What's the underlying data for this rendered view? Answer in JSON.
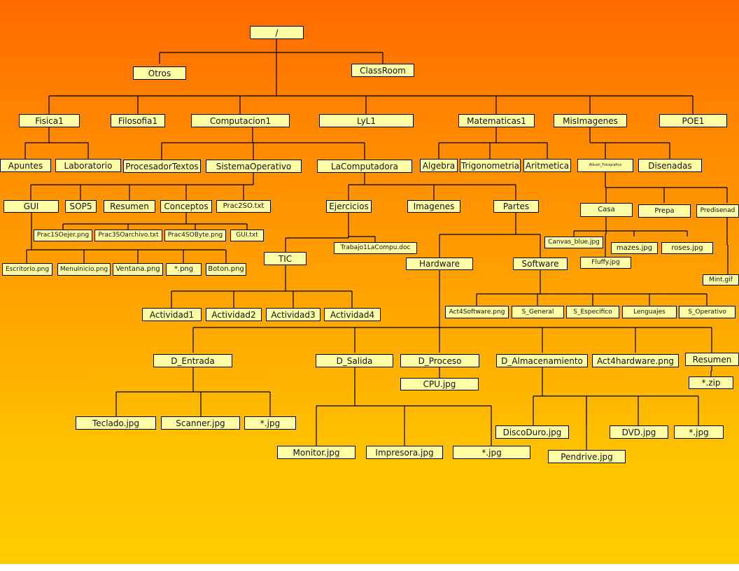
{
  "diagram": {
    "background": {
      "top": "#ff6a00",
      "bottom": "#ffcc00"
    },
    "node_fill": "#ffffa6",
    "edge_color": "#000000",
    "nodes": [
      {
        "id": "root",
        "label": "/"
      },
      {
        "id": "otros",
        "label": "Otros"
      },
      {
        "id": "classroom",
        "label": "ClassRoom"
      },
      {
        "id": "fisica1",
        "label": "Fisica1"
      },
      {
        "id": "filosofia1",
        "label": "Filosofia1"
      },
      {
        "id": "computacion1",
        "label": "Computacion1"
      },
      {
        "id": "lyl1",
        "label": "LyL1"
      },
      {
        "id": "matematicas1",
        "label": "Matematicas1"
      },
      {
        "id": "misimagenes",
        "label": "MisImagenes"
      },
      {
        "id": "poe1",
        "label": "POE1"
      },
      {
        "id": "apuntes",
        "label": "Apuntes"
      },
      {
        "id": "laboratorio",
        "label": "Laboratorio"
      },
      {
        "id": "procesadortextos",
        "label": "ProcesadorTextos"
      },
      {
        "id": "sistemaoperativo",
        "label": "SistemaOperativo"
      },
      {
        "id": "lacomputadora",
        "label": "LaComputadora"
      },
      {
        "id": "algebra",
        "label": "Algebra"
      },
      {
        "id": "trigonometria",
        "label": "Trigonometria"
      },
      {
        "id": "aritmetica",
        "label": "Aritmetica"
      },
      {
        "id": "album",
        "label": "Album_Fotografico"
      },
      {
        "id": "disenadas",
        "label": "Disenadas"
      },
      {
        "id": "gui",
        "label": "GUI"
      },
      {
        "id": "sop5",
        "label": "SOP5"
      },
      {
        "id": "resumen1",
        "label": "Resumen"
      },
      {
        "id": "conceptos",
        "label": "Conceptos"
      },
      {
        "id": "prac2so",
        "label": "Prac2SO.txt"
      },
      {
        "id": "ejercicios",
        "label": "Ejercicios"
      },
      {
        "id": "imagenes",
        "label": "Imagenes"
      },
      {
        "id": "partes",
        "label": "Partes"
      },
      {
        "id": "casa",
        "label": "Casa"
      },
      {
        "id": "prepa",
        "label": "Prepa"
      },
      {
        "id": "predisenadas",
        "label": "Predisenad"
      },
      {
        "id": "prac1so",
        "label": "Prac1SOejer.png"
      },
      {
        "id": "prac3so",
        "label": "Prac3SOarchivo.txt"
      },
      {
        "id": "prac4so",
        "label": "Prac4SOByte.png"
      },
      {
        "id": "guitxt",
        "label": "GUI.txt"
      },
      {
        "id": "canvas",
        "label": "Canvas_blue.jpg"
      },
      {
        "id": "mazes",
        "label": "mazes.jpg"
      },
      {
        "id": "roses",
        "label": "roses.jpg"
      },
      {
        "id": "fluffy",
        "label": "Fluffy.jpg"
      },
      {
        "id": "trabajo1",
        "label": "Trabajo1LaCompu.doc"
      },
      {
        "id": "escritorio",
        "label": "Escritorio.png"
      },
      {
        "id": "menuinicio",
        "label": "MenuInicio.png"
      },
      {
        "id": "ventana",
        "label": "Ventana.png"
      },
      {
        "id": "starpng",
        "label": "*.png"
      },
      {
        "id": "boton",
        "label": "Boton.png"
      },
      {
        "id": "tic",
        "label": "TIC"
      },
      {
        "id": "hardware",
        "label": "Hardware"
      },
      {
        "id": "software",
        "label": "Software"
      },
      {
        "id": "mintgif",
        "label": "Mint.gif"
      },
      {
        "id": "act1",
        "label": "Actividad1"
      },
      {
        "id": "act2",
        "label": "Actividad2"
      },
      {
        "id": "act3",
        "label": "Actividad3"
      },
      {
        "id": "act4",
        "label": "Actividad4"
      },
      {
        "id": "act4soft",
        "label": "Act4Software.png"
      },
      {
        "id": "sgeneral",
        "label": "S_General"
      },
      {
        "id": "sespecifico",
        "label": "S_Especifico"
      },
      {
        "id": "lenguajes",
        "label": "Lenguajes"
      },
      {
        "id": "soperativo",
        "label": "S_Operativo"
      },
      {
        "id": "dentrada",
        "label": "D_Entrada"
      },
      {
        "id": "dsalida",
        "label": "D_Salida"
      },
      {
        "id": "dproceso",
        "label": "D_Proceso"
      },
      {
        "id": "dalmacenamiento",
        "label": "D_Almacenamiento"
      },
      {
        "id": "act4hard",
        "label": "Act4hardware.png"
      },
      {
        "id": "resumen2",
        "label": "Resumen"
      },
      {
        "id": "cpu",
        "label": "CPU.jpg"
      },
      {
        "id": "zip",
        "label": "*.zip"
      },
      {
        "id": "teclado",
        "label": "Teclado.jpg"
      },
      {
        "id": "scanner",
        "label": "Scanner.jpg"
      },
      {
        "id": "starjpg1",
        "label": "*.jpg"
      },
      {
        "id": "monitor",
        "label": "Monitor.jpg"
      },
      {
        "id": "impresora",
        "label": "Impresora.jpg"
      },
      {
        "id": "starjpg2",
        "label": "*.jpg"
      },
      {
        "id": "discoduro",
        "label": "DiscoDuro.jpg"
      },
      {
        "id": "dvd",
        "label": "DVD.jpg"
      },
      {
        "id": "starjpg3",
        "label": "*.jpg"
      },
      {
        "id": "pendrive",
        "label": "Pendrive.jpg"
      }
    ]
  }
}
